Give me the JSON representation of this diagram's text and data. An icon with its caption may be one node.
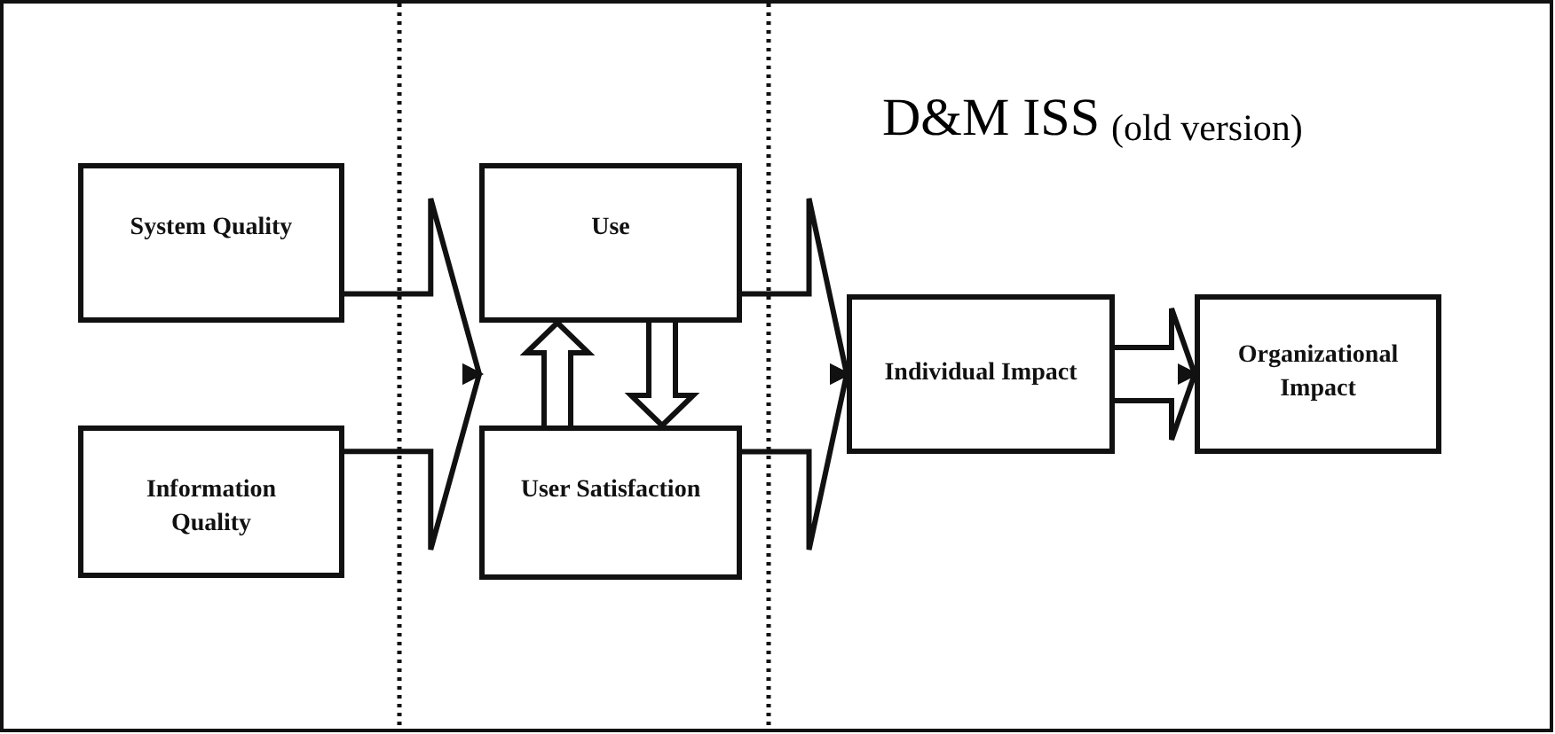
{
  "diagram": {
    "title": "D&M ISS",
    "nodes": [
      {
        "text": [
          "System Quality"
        ]
      },
      {
        "text": [
          "Information Quality"
        ]
      },
      {
        "text": [
          "Use"
        ]
      },
      {
        "text": [
          "User Satisfaction"
        ]
      },
      {
        "text": [
          "Individual Impact"
        ]
      },
      {
        "text": [
          "Organizational Impact"
        ]
      }
    ],
    "edges": [
      {
        "from": 0,
        "to": 2,
        "arrow": "to"
      },
      {
        "from": 0,
        "to": 3,
        "arrow": "to"
      },
      {
        "from": 1,
        "to": 2,
        "arrow": "to"
      },
      {
        "from": 1,
        "to": 3,
        "arrow": "to"
      },
      {
        "from": 3,
        "to": 2,
        "arrow": "to"
      },
      {
        "from": 2,
        "to": 3,
        "arrow": "to"
      },
      {
        "from": 2,
        "to": 4,
        "arrow": "to"
      },
      {
        "from": 3,
        "to": 4,
        "arrow": "to"
      },
      {
        "from": 4,
        "to": 5,
        "arrow": "to"
      }
    ],
    "labels": [
      "(old version)"
    ]
  }
}
